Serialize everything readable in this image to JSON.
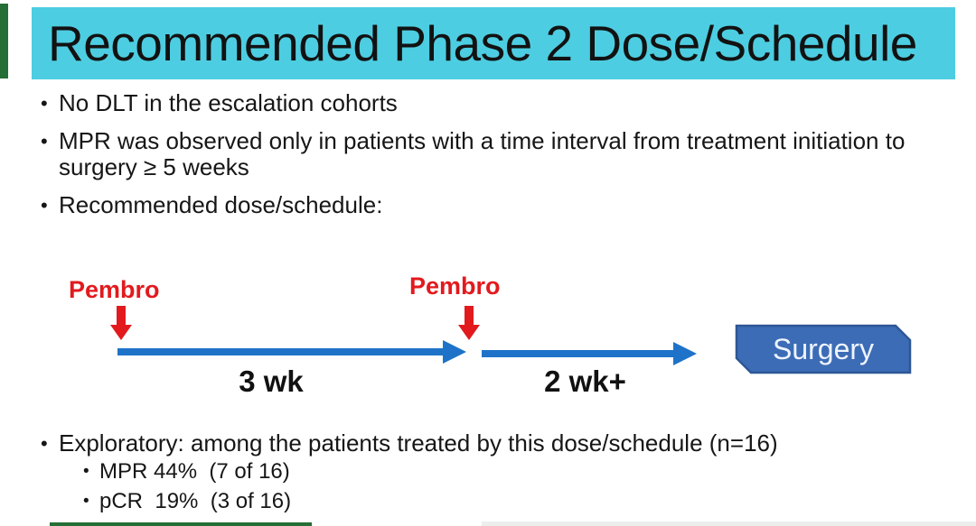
{
  "slide": {
    "title": "Recommended Phase 2 Dose/Schedule"
  },
  "bullets": [
    {
      "text": "No DLT in the escalation cohorts"
    },
    {
      "text": "MPR was observed only in patients with a time interval from treatment initiation to surgery ≥ 5 weeks"
    },
    {
      "text": "Recommended dose/schedule:"
    }
  ],
  "timeline": {
    "dose1_label": "Pembro",
    "dose2_label": "Pembro",
    "interval1_label": "3 wk",
    "interval2_label": "2 wk+",
    "endpoint_label": "Surgery"
  },
  "exploratory": {
    "text": "Exploratory: among the patients treated by this dose/schedule (n=16)",
    "sub_bullets": [
      {
        "text": "MPR 44%  (7 of 16)"
      },
      {
        "text": "pCR  19%  (3 of 16)"
      }
    ]
  },
  "colors": {
    "title_bg": "#4dcde1",
    "pembro_red": "#e21a1e",
    "arrow_blue": "#1e73c9",
    "surgery_fill": "#3c6cb5",
    "surgery_border": "#2d5795",
    "accent_green": "#256e35"
  }
}
